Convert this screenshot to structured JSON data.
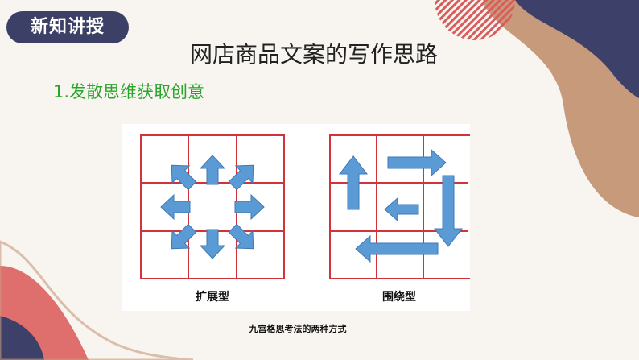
{
  "header": {
    "tag_label": "新知讲授"
  },
  "slide": {
    "title": "网店商品文案的写作思路",
    "subtitle": "1.发散思维获取创意"
  },
  "figure": {
    "left_label": "扩展型",
    "right_label": "围绕型",
    "caption": "九宫格思考法的两种方式"
  },
  "colors": {
    "grid_line": "#d0343a",
    "arrow_fill": "#5b9bd5",
    "arrow_stroke": "#3f78b5",
    "tag_bg": "#3c4066",
    "subtitle": "#2aa52c",
    "deco_navy": "#3d4068",
    "deco_tan": "#c89a7c",
    "deco_coral": "#de6f6c"
  }
}
